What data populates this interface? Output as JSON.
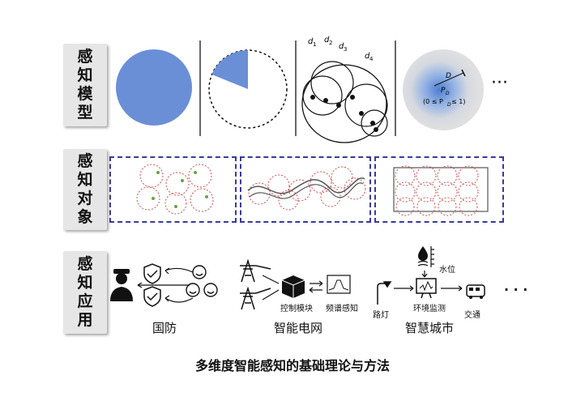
{
  "rows": [
    {
      "label": [
        "感",
        "知",
        "模",
        "型"
      ]
    },
    {
      "label": [
        "感",
        "知",
        "对",
        "象"
      ]
    },
    {
      "label": [
        "感",
        "知",
        "应",
        "用"
      ]
    }
  ],
  "model": {
    "ellipsis": "···",
    "formula_d": "D",
    "formula_p": "P",
    "formula_p_sub": "D",
    "formula_range": "(0 ≤ P",
    "formula_range_sub": "D",
    "formula_range_end": " ≤ 1)",
    "d_labels": [
      "d",
      "d",
      "d",
      "d"
    ],
    "d_subs": [
      "1",
      "2",
      "3",
      "4"
    ]
  },
  "applications": {
    "defense": {
      "title": "国防"
    },
    "grid": {
      "title": "智能电网",
      "control": "控制模块",
      "spectrum": "频谱感知"
    },
    "city": {
      "title": "智慧城市",
      "water": "水位",
      "env": "环境监测",
      "streetlight": "路灯",
      "traffic": "交通"
    },
    "ellipsis": "·  ·  ·"
  },
  "caption": "多维度智能感知的基础理论与方法",
  "colors": {
    "accent_blue": "#6b8fd6",
    "panel_border": "#3a3a9a",
    "circle_red": "#d05050",
    "label_bg": "#e6e6e6"
  }
}
